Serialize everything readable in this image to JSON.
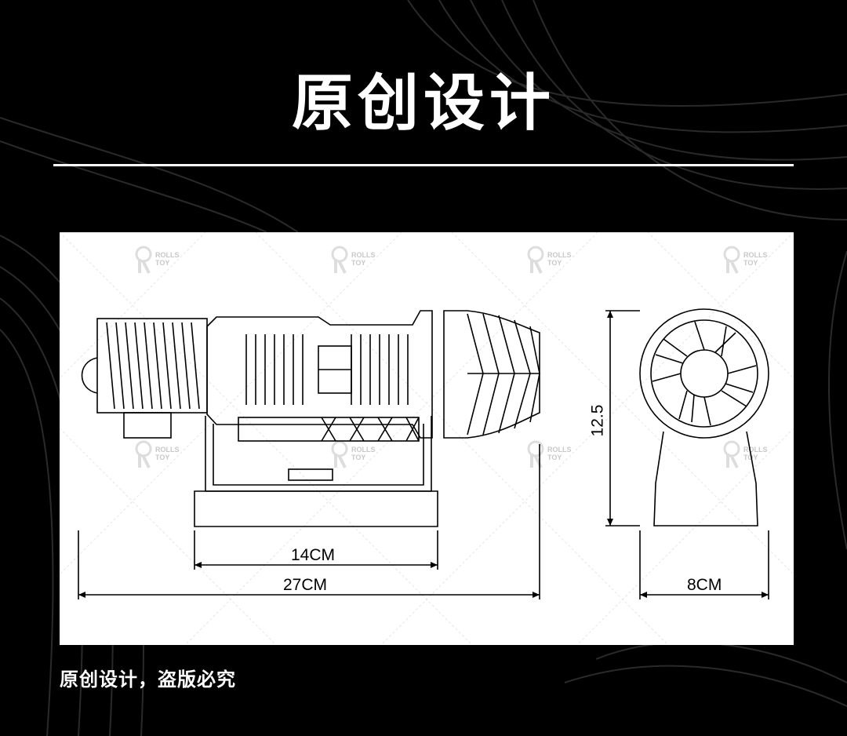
{
  "heading": "原创设计",
  "diagram": {
    "dimensions": {
      "base_width": "14CM",
      "total_length": "27CM",
      "height": "12.5",
      "depth": "8CM"
    },
    "watermark": [
      "ROLLS",
      "TOY"
    ]
  },
  "caption": "原创设计，盗版必究",
  "colors": {
    "background": "#000000",
    "panel": "#ffffff",
    "text": "#ffffff",
    "line": "#000000"
  }
}
